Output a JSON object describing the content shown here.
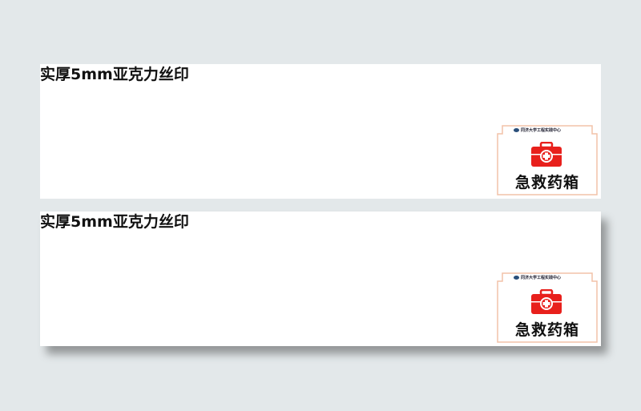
{
  "panels": [
    {
      "caption": "实厚5mm亚克力丝印",
      "sign": {
        "org": "同济大学工程实践中心",
        "name": "急救药箱"
      }
    },
    {
      "caption": "实厚5mm亚克力丝印",
      "sign": {
        "org": "同济大学工程实践中心",
        "name": "急救药箱"
      }
    }
  ],
  "colors": {
    "kit_red": "#e8201c",
    "border": "#f2c2a8",
    "background": "#e3e8ea"
  }
}
